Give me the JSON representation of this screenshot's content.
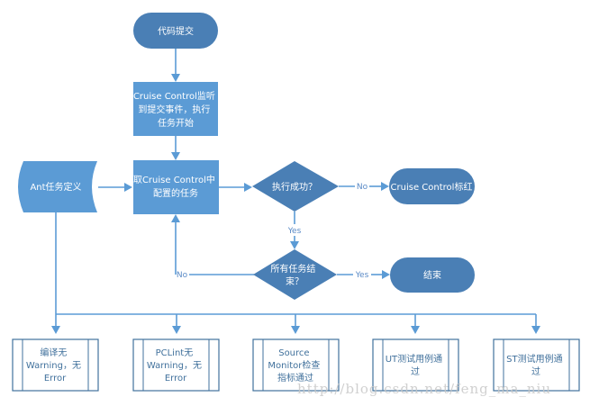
{
  "diagram": {
    "colors": {
      "terminator_fill": "#4a7fb5",
      "process_fill": "#5b9bd5",
      "decision_fill": "#4a7fb5",
      "subprocess_fill": "#ffffff",
      "subprocess_stroke": "#41719c",
      "connector": "#5b9bd5"
    },
    "nodes": {
      "start": {
        "lines": [
          "代码提交"
        ]
      },
      "listen": {
        "lines": [
          "Cruise Control监听",
          "到提交事件，执行",
          "任务开始"
        ]
      },
      "ant_def": {
        "lines": [
          "Ant任务定义"
        ]
      },
      "fetch_tasks": {
        "lines": [
          "取Cruise Control中",
          "配置的任务"
        ]
      },
      "exec_success": {
        "lines": [
          "执行成功？"
        ]
      },
      "mark_red": {
        "lines": [
          "Cruise Control标红"
        ]
      },
      "all_done": {
        "lines": [
          "所有任务结",
          "束？"
        ]
      },
      "end": {
        "lines": [
          "结束"
        ]
      },
      "task_compile": {
        "lines": [
          "编译无",
          "Warning，无",
          "Error"
        ]
      },
      "task_pclint": {
        "lines": [
          "PCLint无",
          "Warning，无",
          "Error"
        ]
      },
      "task_source_monitor": {
        "lines": [
          "Source",
          "Monitor检查",
          "指标通过"
        ]
      },
      "task_ut": {
        "lines": [
          "UT测试用例通",
          "过"
        ]
      },
      "task_st": {
        "lines": [
          "ST测试用例通",
          "过"
        ]
      }
    },
    "edge_labels": {
      "exec_no": "No",
      "exec_yes": "Yes",
      "done_no": "No",
      "done_yes": "Yes"
    },
    "watermark": "http://blog.csdn.net/feng_ma_niu"
  }
}
